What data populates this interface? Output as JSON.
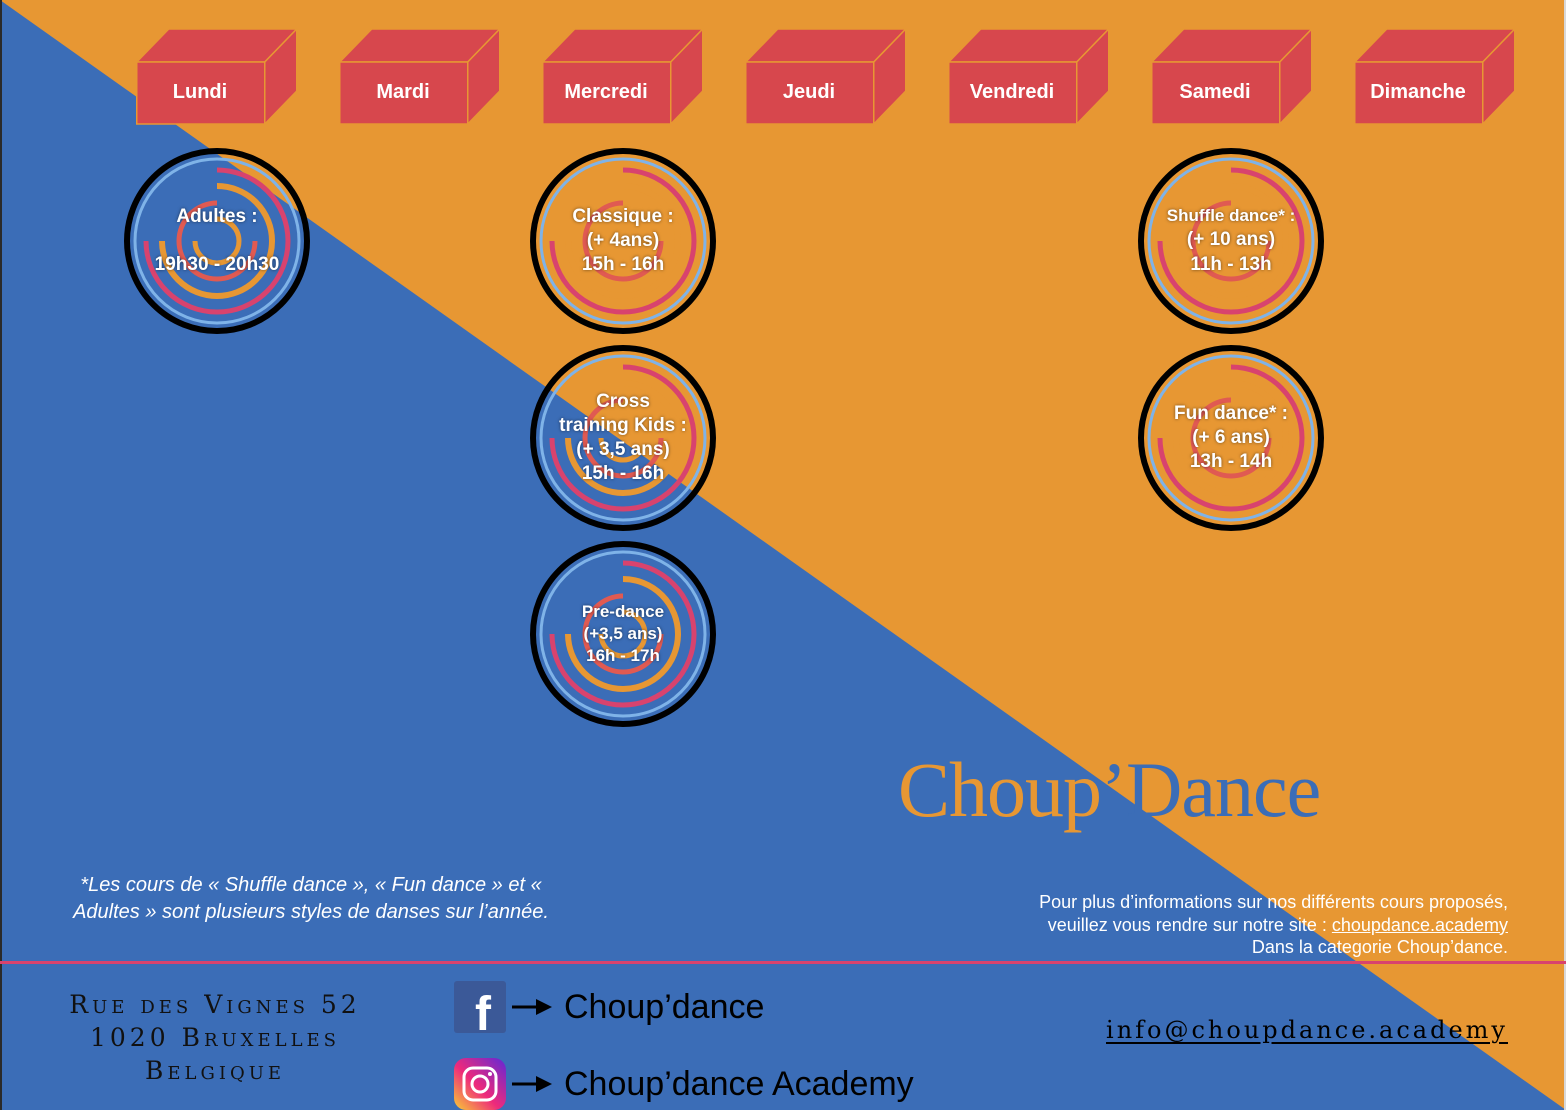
{
  "colors": {
    "orange": "#E79733",
    "blue": "#3B6DB7",
    "box_red": "#D7474D",
    "pink": "#D8436E",
    "ring": "#000000"
  },
  "days": [
    "Lundi",
    "Mardi",
    "Mercredi",
    "Jeudi",
    "Vendredi",
    "Samedi",
    "Dimanche"
  ],
  "courses": {
    "adultes": [
      "Adultes :",
      "",
      "19h30 - 20h30"
    ],
    "classique": [
      "Classique :",
      "(+ 4ans)",
      "15h - 16h"
    ],
    "cross": [
      "Cross",
      "training Kids :",
      "(+ 3,5 ans)",
      "15h - 16h"
    ],
    "predance": [
      "Pre-dance",
      "(+3,5 ans)",
      "16h - 17h"
    ],
    "shuffle": [
      "Shuffle dance* :",
      "(+ 10 ans)",
      "11h - 13h"
    ],
    "fun": [
      "Fun dance* :",
      "(+ 6 ans)",
      "13h - 14h"
    ]
  },
  "brand": {
    "part1": "Choup",
    "part2": "’Dance"
  },
  "footnote": "*Les cours de « Shuffle dance », « Fun dance » et « Adultes » sont plusieurs styles de danses sur l’année.",
  "info": {
    "line1": "Pour plus d’informations sur nos différents cours proposés,",
    "line2_prefix": "veuillez vous rendre sur notre site : ",
    "site_link": "choupdance.academy",
    "line3": "Dans la categorie Choup’dance."
  },
  "address": [
    "Rue des Vignes 52",
    "1020 Bruxelles",
    "Belgique"
  ],
  "social": {
    "facebook_icon": "facebook-icon",
    "facebook": "Choup’dance",
    "instagram_icon": "instagram-icon",
    "instagram": "Choup’dance Academy"
  },
  "email": "info@choupdance.academy"
}
